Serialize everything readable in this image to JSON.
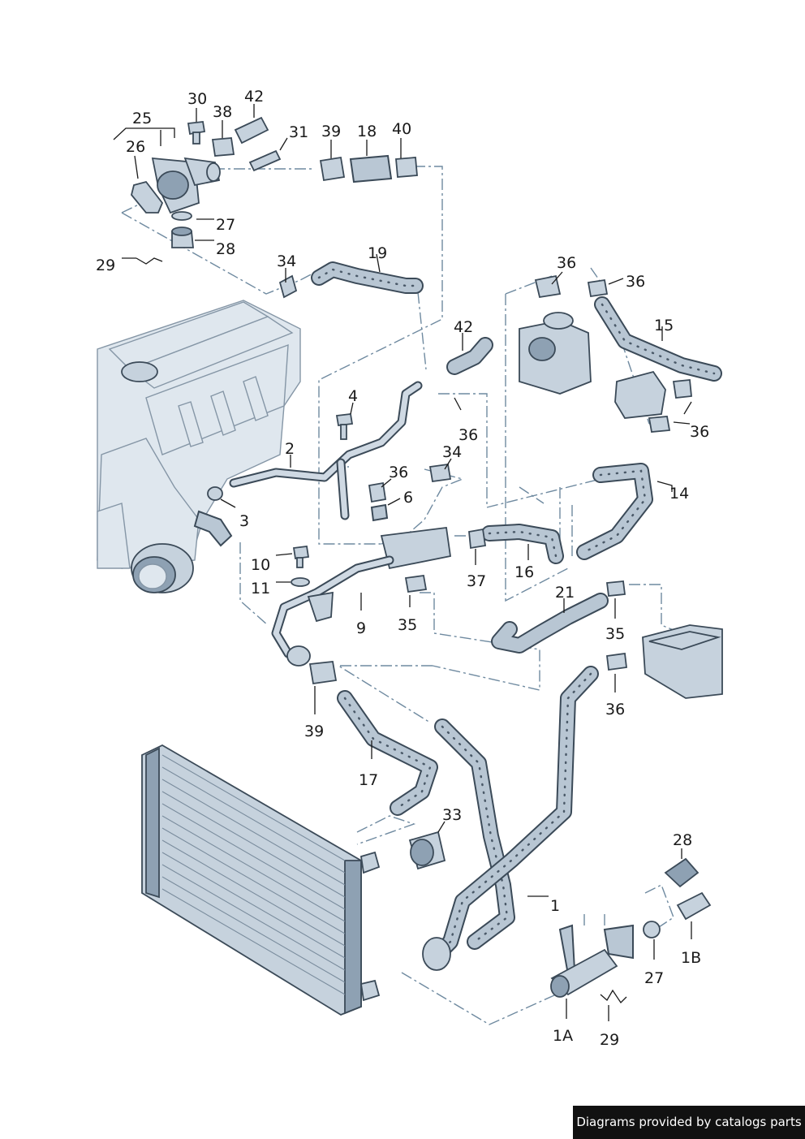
{
  "callouts": {
    "c30": "30",
    "c42a": "42",
    "c38": "38",
    "c31": "31",
    "c25": "25",
    "c39a": "39",
    "c18": "18",
    "c40": "40",
    "c26": "26",
    "c27a": "27",
    "c28a": "28",
    "c29a": "29",
    "c34a": "34",
    "c19": "19",
    "c36a": "36",
    "c36b": "36",
    "c15": "15",
    "c42b": "42",
    "c4": "4",
    "c36c": "36",
    "c36d": "36",
    "c2": "2",
    "c34b": "34",
    "c36e": "36",
    "c6": "6",
    "c14": "14",
    "c3": "3",
    "c10": "10",
    "c11": "11",
    "c37": "37",
    "c16": "16",
    "c9": "9",
    "c35a": "35",
    "c21": "21",
    "c35b": "35",
    "c36f": "36",
    "c39b": "39",
    "c17": "17",
    "c33": "33",
    "c28b": "28",
    "c1": "1",
    "c1B": "1B",
    "c27b": "27",
    "c1A": "1A",
    "c29b": "29"
  },
  "credit": "Diagrams provided by catalogs parts"
}
